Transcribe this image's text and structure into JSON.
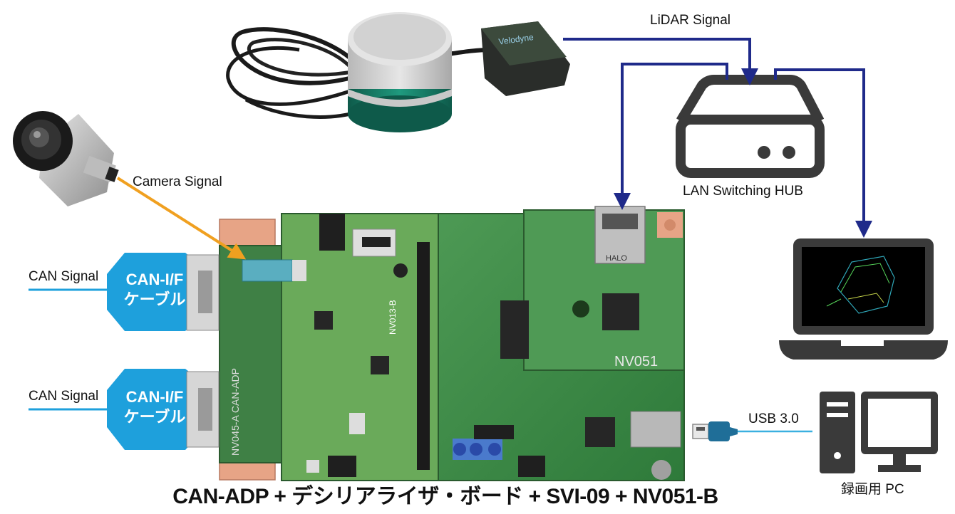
{
  "labels": {
    "lidar_signal": "LiDAR Signal",
    "camera_signal": "Camera Signal",
    "can_signal_1": "CAN Signal",
    "can_signal_2": "CAN Signal",
    "lan_hub": "LAN Switching HUB",
    "usb": "USB 3.0",
    "recording_pc": "録画用 PC",
    "cable_line1": "CAN-I/F",
    "cable_line2": "ケーブル",
    "board_nv051": "NV051",
    "board_adp": "NV045-A CAN-ADP",
    "board_svi": "NV013-B",
    "lidar_brand": "Velodyne",
    "ic_halo": "HALO",
    "caption": "CAN-ADP + デシリアライザ・ボード + SVI-09 + NV051-B"
  },
  "colors": {
    "arrow_blue": "#1f2a8a",
    "arrow_orange": "#f0a020",
    "cable_blue": "#1ea0dc",
    "pcb_green": "#3e8a45",
    "icon_dark": "#3a3a3a"
  }
}
